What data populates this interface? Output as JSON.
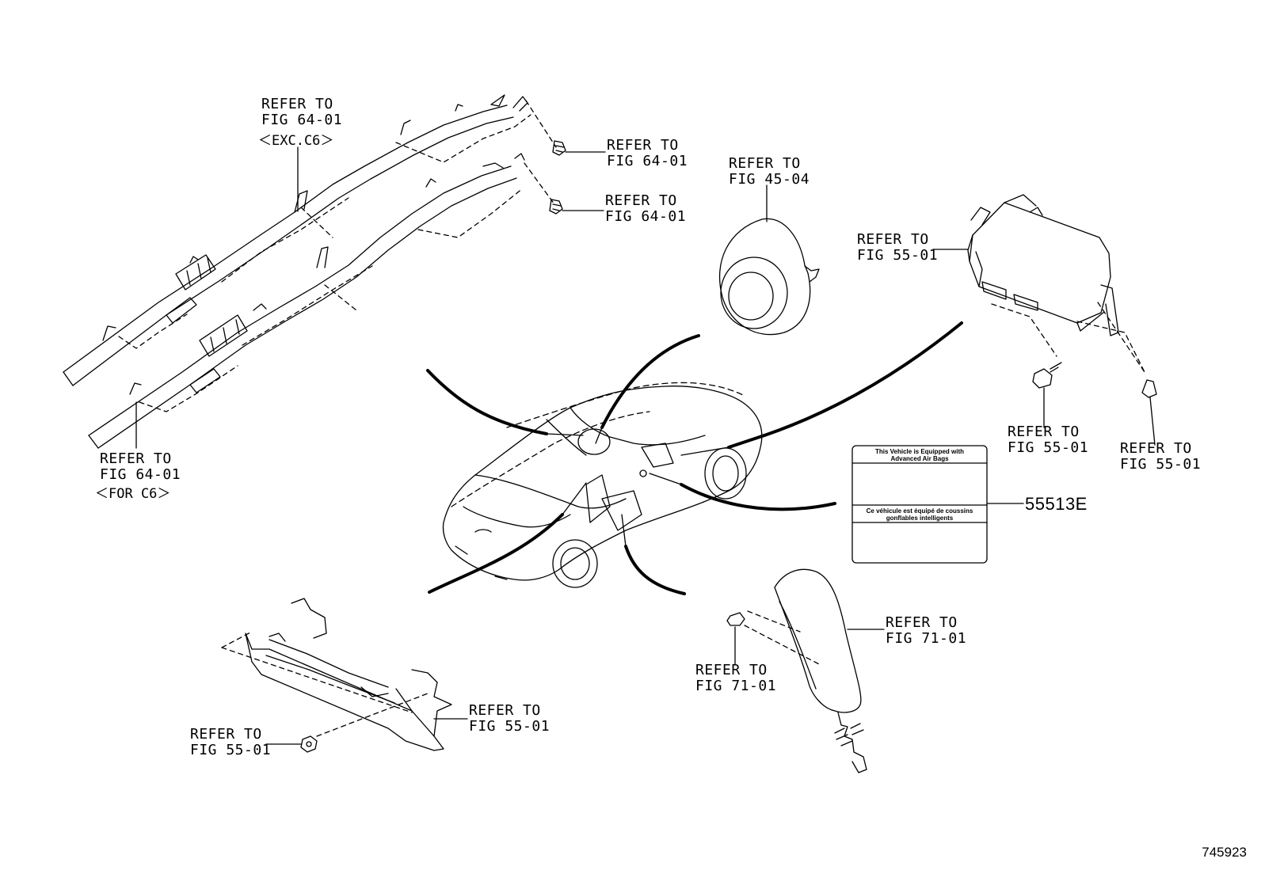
{
  "refs": [
    {
      "line1": "REFER TO",
      "line2": "FIG 64-01"
    },
    {
      "line1": "REFER TO",
      "line2": "FIG 64-01"
    },
    {
      "line1": "REFER TO",
      "line2": "FIG 64-01"
    },
    {
      "line1": "REFER TO",
      "line2": "FIG 64-01"
    },
    {
      "line1": "REFER TO",
      "line2": "FIG 45-04"
    },
    {
      "line1": "REFER TO",
      "line2": "FIG 55-01"
    },
    {
      "line1": "REFER TO",
      "line2": "FIG 55-01"
    },
    {
      "line1": "REFER TO",
      "line2": "FIG 55-01"
    },
    {
      "line1": "REFER TO",
      "line2": "FIG 55-01"
    },
    {
      "line1": "REFER TO",
      "line2": "FIG 55-01"
    },
    {
      "line1": "REFER TO",
      "line2": "FIG 71-01"
    },
    {
      "line1": "REFER TO",
      "line2": "FIG 71-01"
    }
  ],
  "notes": {
    "exc_c6": "＜EXC.C6＞",
    "for_c6": "＜FOR C6＞"
  },
  "label_sticker": {
    "part_number": "55513E",
    "text_en_1": "This Vehicle is Equipped with",
    "text_en_2": "Advanced Air Bags",
    "text_fr_1": "Ce véhicule est équipé de coussins",
    "text_fr_2": "gonflables intelligents"
  },
  "figure_id": "745923"
}
